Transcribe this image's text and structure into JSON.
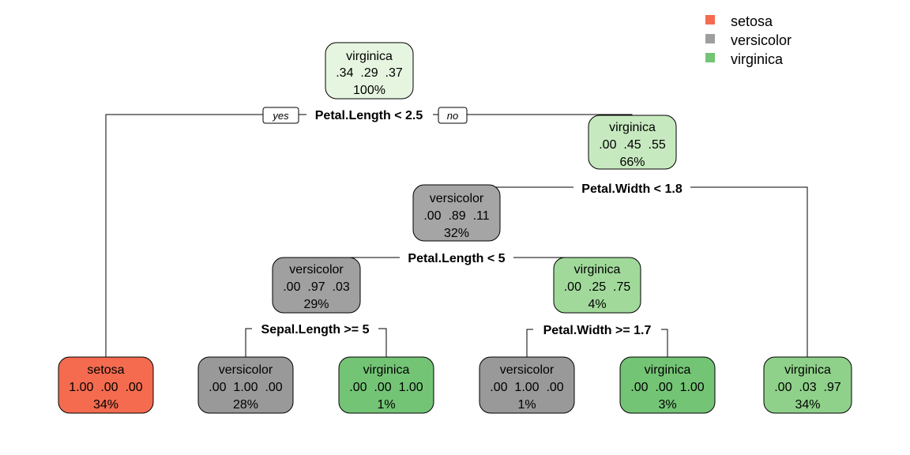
{
  "legend": {
    "items": [
      {
        "label": "setosa",
        "color": "#f46b4f"
      },
      {
        "label": "versicolor",
        "color": "#9e9e9e"
      },
      {
        "label": "virginica",
        "color": "#74c476"
      }
    ]
  },
  "root_edge_labels": {
    "yes": "yes",
    "no": "no"
  },
  "splits": {
    "s1": "Petal.Length < 2.5",
    "s2": "Petal.Width < 1.8",
    "s3": "Petal.Length < 5",
    "s4": "Sepal.Length >= 5",
    "s5": "Petal.Width >= 1.7"
  },
  "nodes": {
    "n1": {
      "class": "virginica",
      "probs": ".34  .29  .37",
      "pct": "100%",
      "fill": "#e6f5e0"
    },
    "n3": {
      "class": "virginica",
      "probs": ".00  .45  .55",
      "pct": "66%",
      "fill": "#c7e9c0"
    },
    "n6": {
      "class": "versicolor",
      "probs": ".00  .89  .11",
      "pct": "32%",
      "fill": "#a5a5a5"
    },
    "n12": {
      "class": "versicolor",
      "probs": ".00  .97  .03",
      "pct": "29%",
      "fill": "#a0a0a0"
    },
    "n13": {
      "class": "virginica",
      "probs": ".00  .25  .75",
      "pct": "4%",
      "fill": "#a1d99b"
    },
    "n2": {
      "class": "setosa",
      "probs": "1.00  .00  .00",
      "pct": "34%",
      "fill": "#f46b4f"
    },
    "n24": {
      "class": "versicolor",
      "probs": ".00  1.00  .00",
      "pct": "28%",
      "fill": "#999999"
    },
    "n25": {
      "class": "virginica",
      "probs": ".00  .00  1.00",
      "pct": "1%",
      "fill": "#74c476"
    },
    "n26": {
      "class": "versicolor",
      "probs": ".00  1.00  .00",
      "pct": "1%",
      "fill": "#999999"
    },
    "n27": {
      "class": "virginica",
      "probs": ".00  .00  1.00",
      "pct": "3%",
      "fill": "#74c476"
    },
    "n7": {
      "class": "virginica",
      "probs": ".00  .03  .97",
      "pct": "34%",
      "fill": "#8fd18a"
    }
  }
}
